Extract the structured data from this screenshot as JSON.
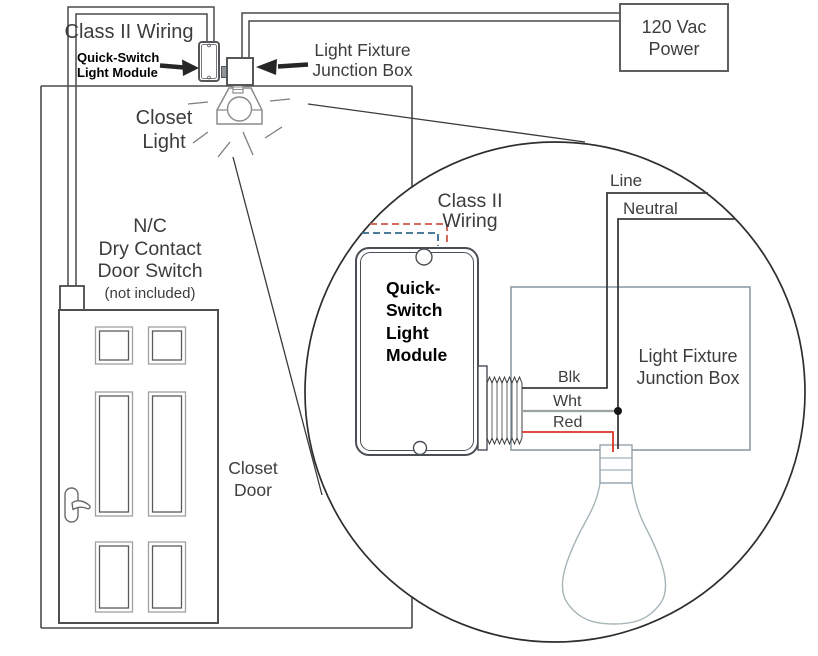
{
  "diagram": {
    "top_left": {
      "class2_wiring": "Class II Wiring",
      "module_label": "Quick-Switch\nLight Module",
      "junction_label": "Light Fixture\nJunction Box",
      "closet_light": "Closet\nLight"
    },
    "power_box_label": "120 Vac\nPower",
    "door": {
      "switch_label": "N/C\nDry Contact\nDoor Switch",
      "switch_note": "(not included)",
      "door_label": "Closet\nDoor"
    },
    "detail_circle": {
      "class2_wiring": "Class II Wiring",
      "module_label": "Quick-\nSwitch\nLight\nModule",
      "line_label": "Line",
      "neutral_label": "Neutral",
      "junction_label": "Light Fixture\nJunction Box",
      "wire_blk": "Blk",
      "wire_wht": "Wht",
      "wire_red": "Red"
    },
    "colors": {
      "text": "#3d3d3d",
      "bold_text": "#000000",
      "outline_dark": "#4a4a4a",
      "wire_dark": "#3b3b3b",
      "wire_white": "#9aa3a3",
      "wire_red": "#da3327",
      "dashed_red": "#cd5a49",
      "dashed_blue": "#356b8c",
      "junction_box_gray": "#8e9ca6",
      "fixture_gray": "#8b8b8b"
    }
  }
}
